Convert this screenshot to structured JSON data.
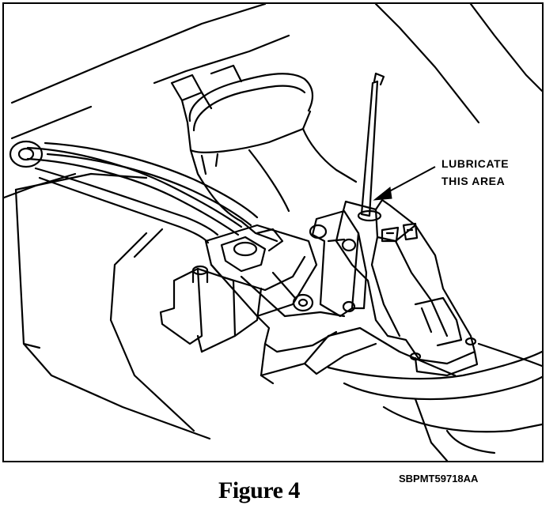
{
  "callout": {
    "line_1": "LUBRICATE",
    "line_2": "THIS AREA"
  },
  "caption": "Figure 4",
  "figure_code": "SBPMT59718AA",
  "colors": {
    "ink": "#000000",
    "paper": "#ffffff"
  }
}
